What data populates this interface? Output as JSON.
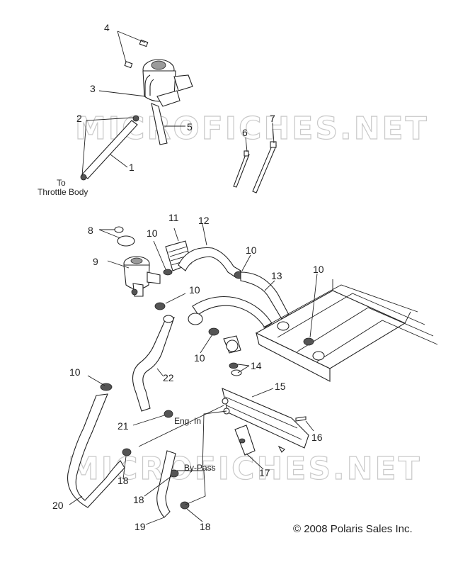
{
  "watermark": "MICROFICHES.NET",
  "copyright": "© 2008 Polaris Sales Inc.",
  "notes": {
    "to_throttle_line1": "To",
    "to_throttle_line2": "Throttle Body",
    "eng_in": "Eng. In",
    "by_pass": "By-Pass"
  },
  "callouts": [
    "1",
    "2",
    "3",
    "4",
    "5",
    "6",
    "7",
    "8",
    "9",
    "10",
    "10",
    "10",
    "10",
    "10",
    "10",
    "11",
    "12",
    "13",
    "14",
    "15",
    "16",
    "17",
    "18",
    "18",
    "18",
    "19",
    "20",
    "21",
    "22"
  ]
}
